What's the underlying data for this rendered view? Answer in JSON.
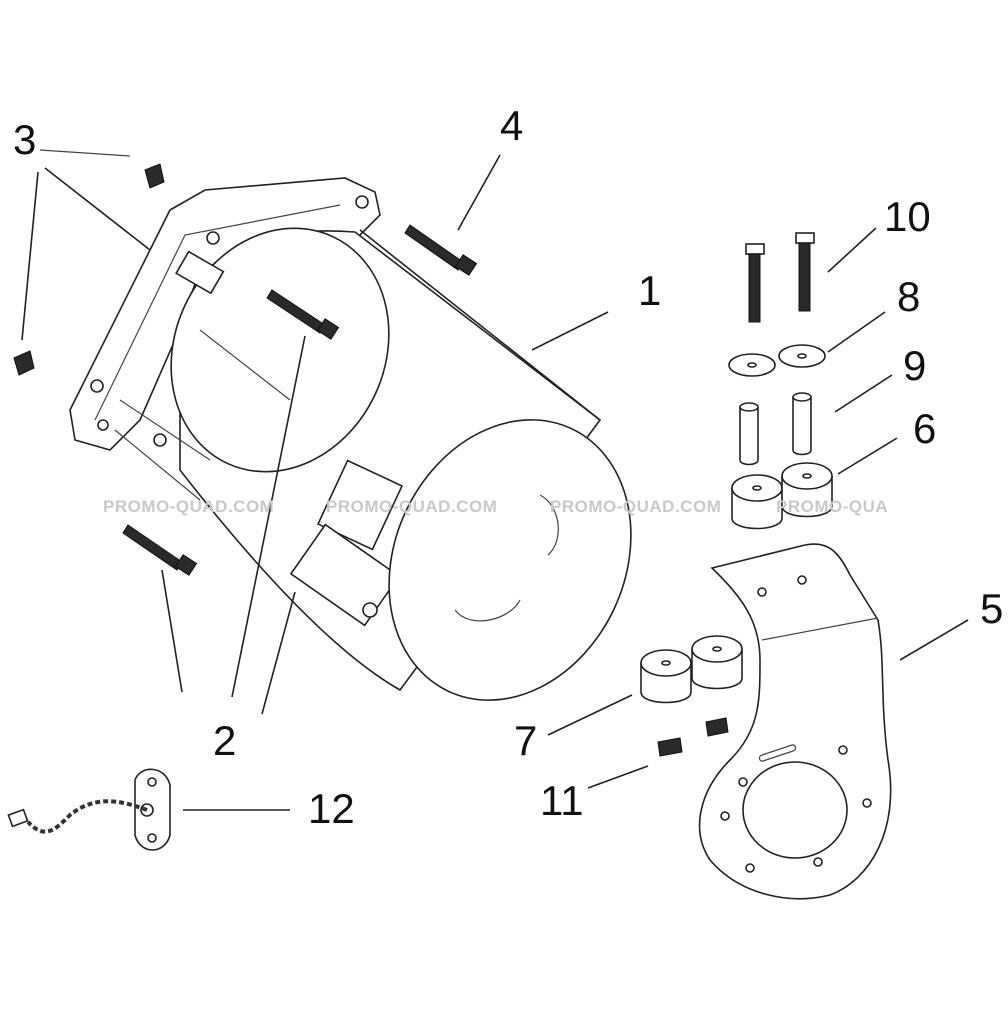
{
  "watermark": "PROMO-QUAD.COM",
  "watermark_partial": "PROMO-QUA",
  "callouts": {
    "c1": "1",
    "c2": "2",
    "c3": "3",
    "c4": "4",
    "c5": "5",
    "c6": "6",
    "c7": "7",
    "c8": "8",
    "c9": "9",
    "c10": "10",
    "c11": "11",
    "c12": "12"
  }
}
